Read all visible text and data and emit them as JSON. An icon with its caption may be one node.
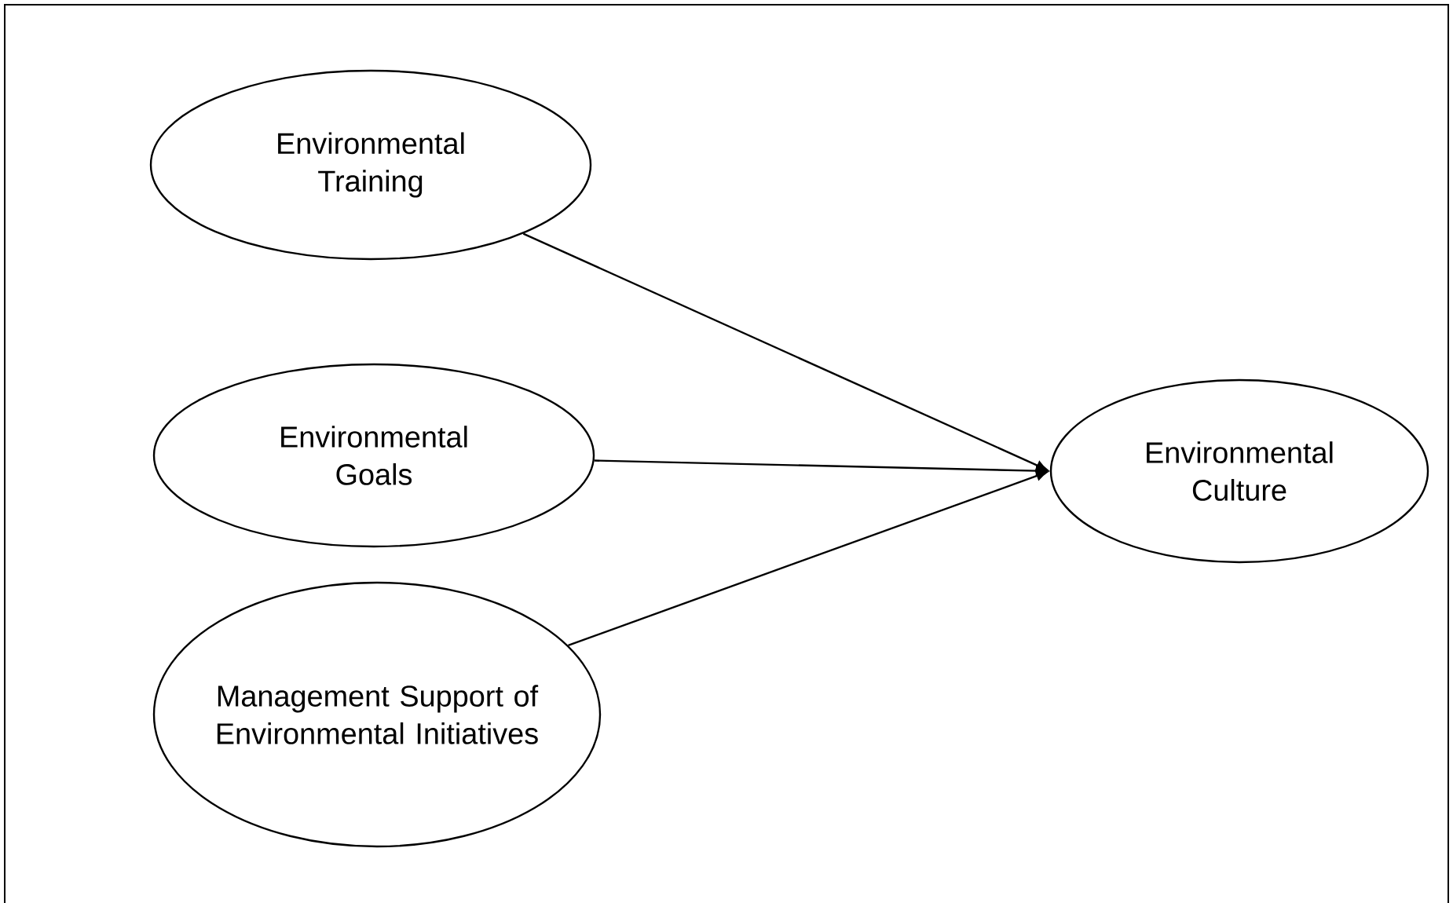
{
  "diagram": {
    "nodes": [
      {
        "text": [
          "Environmental Training"
        ]
      },
      {
        "text": [
          "Environmental Goals"
        ]
      },
      {
        "text": [
          "Management Support of Environmental Initiatives"
        ]
      },
      {
        "text": [
          "Environmental Culture"
        ]
      }
    ],
    "edges": [
      {
        "from": 0,
        "to": 3,
        "arrow": "to"
      },
      {
        "from": 1,
        "to": 3,
        "arrow": "to"
      },
      {
        "from": 2,
        "to": 3,
        "arrow": "to"
      }
    ]
  }
}
